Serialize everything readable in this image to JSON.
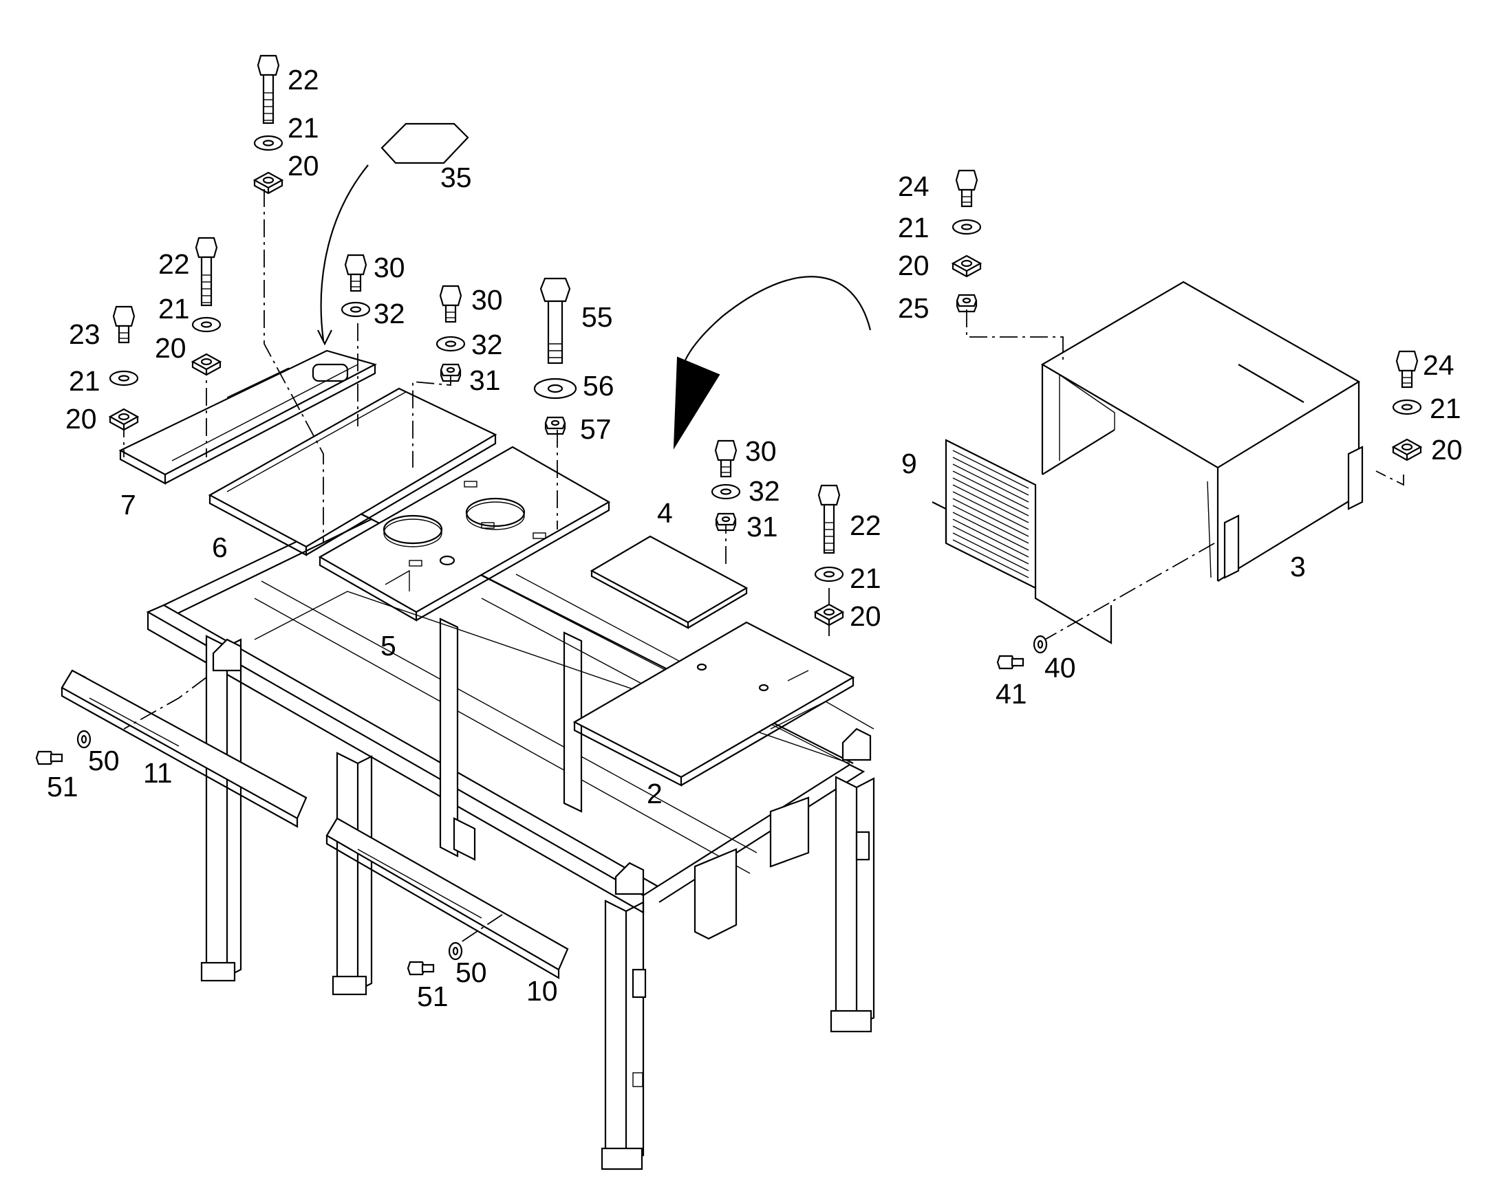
{
  "labels": [
    {
      "id": "l22a",
      "text": "22"
    },
    {
      "id": "l21a",
      "text": "21"
    },
    {
      "id": "l20a",
      "text": "20"
    },
    {
      "id": "l35",
      "text": "35"
    },
    {
      "id": "l22b",
      "text": "22"
    },
    {
      "id": "l21b",
      "text": "21"
    },
    {
      "id": "l20b",
      "text": "20"
    },
    {
      "id": "l23",
      "text": "23"
    },
    {
      "id": "l21c",
      "text": "21"
    },
    {
      "id": "l20c",
      "text": "20"
    },
    {
      "id": "l7",
      "text": "7"
    },
    {
      "id": "l6",
      "text": "6"
    },
    {
      "id": "l30a",
      "text": "30"
    },
    {
      "id": "l32a",
      "text": "32"
    },
    {
      "id": "l30b",
      "text": "30"
    },
    {
      "id": "l32b",
      "text": "32"
    },
    {
      "id": "l31a",
      "text": "31"
    },
    {
      "id": "l55",
      "text": "55"
    },
    {
      "id": "l56",
      "text": "56"
    },
    {
      "id": "l57",
      "text": "57"
    },
    {
      "id": "l5",
      "text": "5"
    },
    {
      "id": "l4",
      "text": "4"
    },
    {
      "id": "l30c",
      "text": "30"
    },
    {
      "id": "l32c",
      "text": "32"
    },
    {
      "id": "l31b",
      "text": "31"
    },
    {
      "id": "l22c",
      "text": "22"
    },
    {
      "id": "l21d",
      "text": "21"
    },
    {
      "id": "l20d",
      "text": "20"
    },
    {
      "id": "l2",
      "text": "2"
    },
    {
      "id": "l24a",
      "text": "24"
    },
    {
      "id": "l21e",
      "text": "21"
    },
    {
      "id": "l20e",
      "text": "20"
    },
    {
      "id": "l25",
      "text": "25"
    },
    {
      "id": "l9",
      "text": "9"
    },
    {
      "id": "l3",
      "text": "3"
    },
    {
      "id": "l24b",
      "text": "24"
    },
    {
      "id": "l21f",
      "text": "21"
    },
    {
      "id": "l20f",
      "text": "20"
    },
    {
      "id": "l41",
      "text": "41"
    },
    {
      "id": "l40",
      "text": "40"
    },
    {
      "id": "l51a",
      "text": "51"
    },
    {
      "id": "l50a",
      "text": "50"
    },
    {
      "id": "l11",
      "text": "11"
    },
    {
      "id": "l51b",
      "text": "51"
    },
    {
      "id": "l50b",
      "text": "50"
    },
    {
      "id": "l10",
      "text": "10"
    }
  ]
}
